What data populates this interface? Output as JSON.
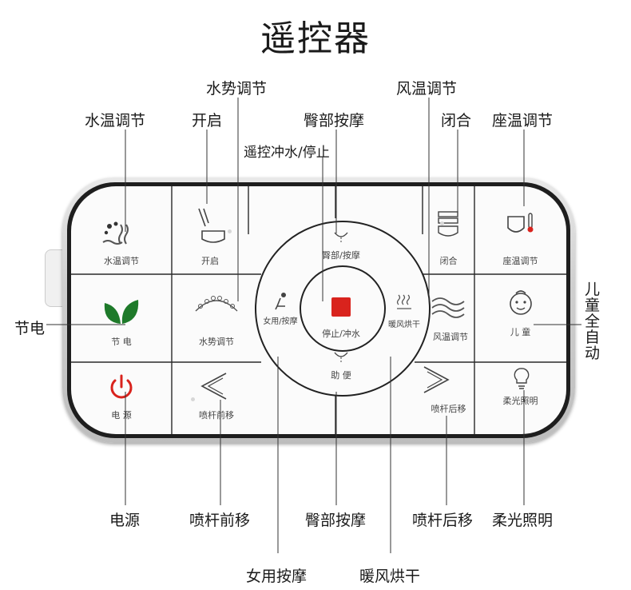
{
  "title": "遥控器",
  "callouts": {
    "water_temp": "水温调节",
    "open": "开启",
    "water_pressure": "水势调节",
    "remote_flush_stop": "遥控冲水/停止",
    "hip_massage_top": "臀部按摩",
    "air_temp": "风温调节",
    "close": "闭合",
    "seat_temp": "座温调节",
    "power_saving": "节电",
    "child_auto": "儿童全自动",
    "power": "电源",
    "nozzle_forward": "喷杆前移",
    "hip_massage_bottom": "臀部按摩",
    "nozzle_backward": "喷杆后移",
    "soft_light": "柔光照明",
    "female_massage": "女用按摩",
    "warm_dry": "暖风烘干"
  },
  "buttons": {
    "water_temp": "水温调节",
    "open": "开启",
    "hip": "臀部/按摩",
    "close": "闭合",
    "seat_temp": "座温调节",
    "power_saving": "节 电",
    "water_pressure": "水势调节",
    "female": "女用/按摩",
    "stop_flush": "停止/冲水",
    "warm_dry": "暖风烘干",
    "air_temp": "风温调节",
    "child": "儿 童",
    "power": "电 源",
    "nozzle_forward": "喷杆前移",
    "assist": "助 便",
    "nozzle_backward": "喷杆后移",
    "soft_light": "柔光照明"
  },
  "icons": {
    "water_temp": "water-temperature-icon",
    "open": "lid-open-icon",
    "hip": "hip-spray-icon",
    "close": "lid-close-icon",
    "seat_temp": "seat-temperature-icon",
    "power_saving": "leaf-icon",
    "water_pressure": "water-pressure-icon",
    "female": "female-icon",
    "stop_flush": "stop-square-icon",
    "warm_dry": "warm-air-icon",
    "air_temp": "air-waves-icon",
    "child": "child-face-icon",
    "power": "power-icon",
    "nozzle_forward": "chevron-left-icon",
    "assist": "assist-spray-icon",
    "nozzle_backward": "chevron-right-icon",
    "soft_light": "light-bulb-icon"
  },
  "colors": {
    "power_red": "#d9231d",
    "leaf_green": "#1e7a2a",
    "stop_red": "#d9231d"
  }
}
